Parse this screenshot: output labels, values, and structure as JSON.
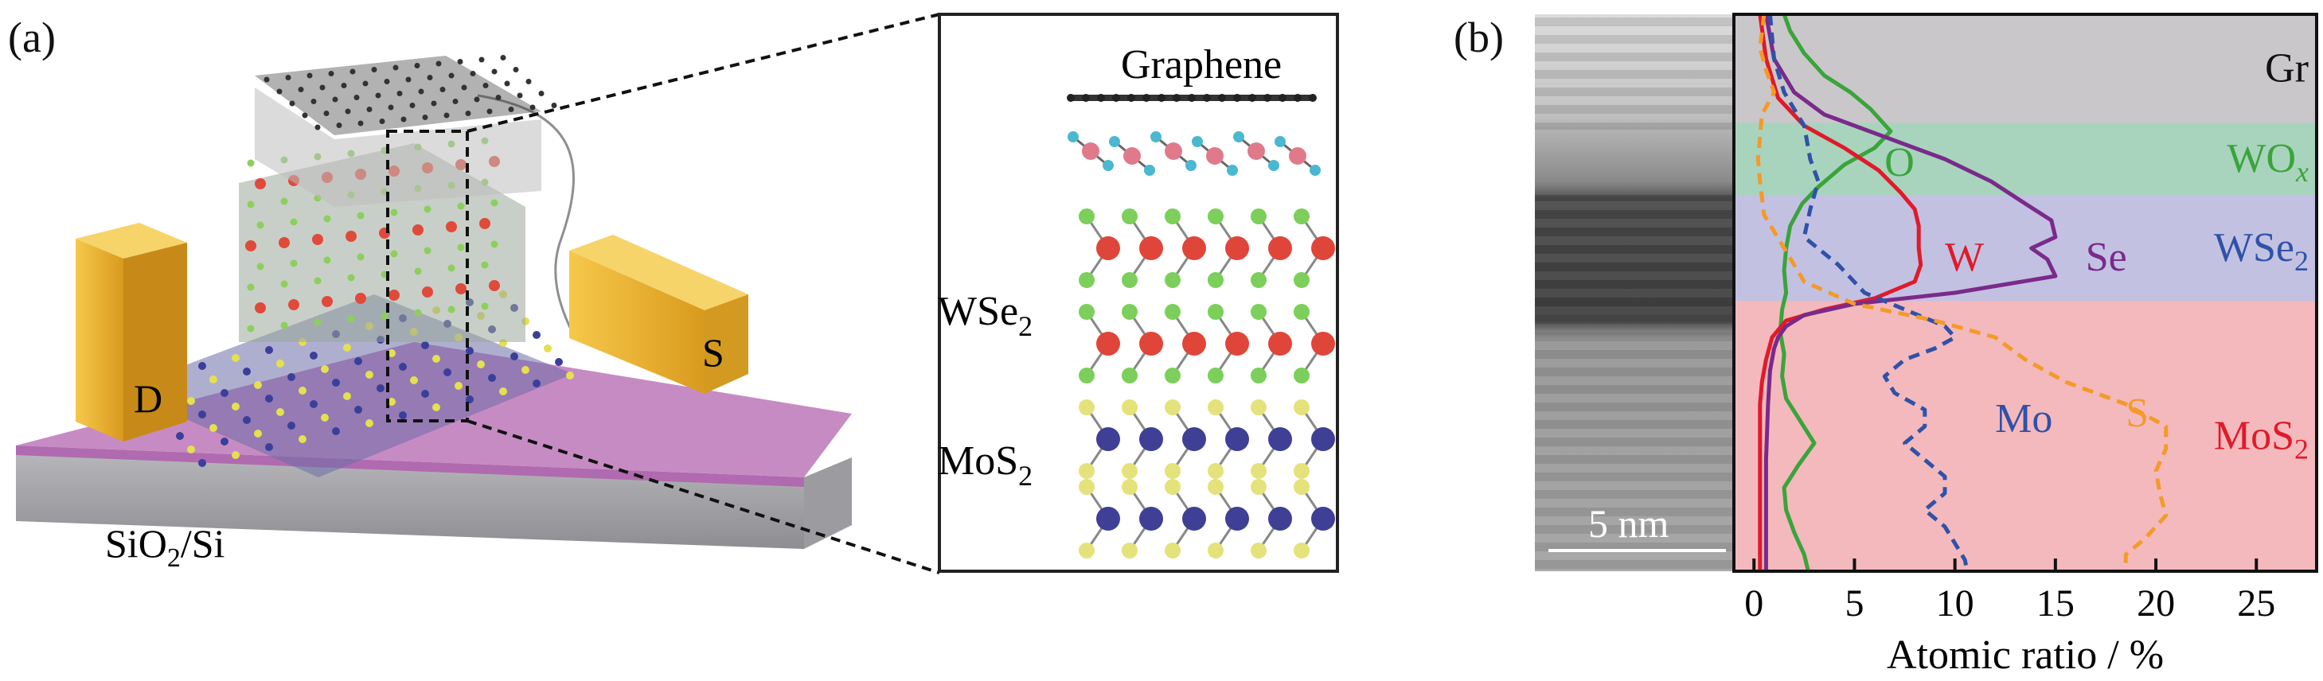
{
  "panel_a": {
    "label": "(a)",
    "device": {
      "substrate_label": "SiO",
      "substrate_sub": "2",
      "substrate_suffix": "/Si",
      "drain_label": "D",
      "source_label": "S"
    },
    "inset": {
      "graphene_label": "Graphene",
      "wse2_label": "WSe",
      "wse2_sub": "2",
      "mos2_label": "MoS",
      "mos2_sub": "2"
    }
  },
  "panel_b": {
    "label": "(b)",
    "scale_bar_label": "5 nm",
    "chart_data": {
      "type": "line",
      "xlabel": "Atomic ratio / %",
      "xlim": [
        -1,
        28
      ],
      "x_ticks": [
        "0",
        "5",
        "10",
        "15",
        "20",
        "25"
      ],
      "orientation": "horizontal-profile",
      "depth_min": 0,
      "depth_max": 100,
      "layers": [
        {
          "name": "Gr",
          "color": "#c9c7ca",
          "from": 0,
          "to": 19.5
        },
        {
          "name": "WO",
          "sub": "x",
          "color": "#a8d4bd",
          "from": 19.5,
          "to": 32.5
        },
        {
          "name": "WSe",
          "sub": "2",
          "color": "#c3c1e2",
          "from": 32.5,
          "to": 51.5
        },
        {
          "name": "MoS",
          "sub": "2",
          "color": "#f4b9bd",
          "from": 51.5,
          "to": 100
        }
      ],
      "layer_label_colors": {
        "Gr": "#111111",
        "WO": "#3aa43a",
        "WSe": "#2f52a8",
        "MoS": "#e01a2a"
      },
      "series": [
        {
          "name": "O",
          "color": "#3aa43a",
          "dash": "solid",
          "depth": [
            0,
            3,
            7,
            11,
            14,
            17,
            21,
            24,
            27,
            31,
            34,
            38,
            42,
            46,
            50,
            53,
            57,
            61,
            65,
            69,
            73,
            77,
            81,
            85,
            89,
            93,
            97,
            100
          ],
          "values": [
            1.5,
            1.8,
            2.5,
            3.5,
            4.8,
            5.8,
            6.8,
            6.0,
            4.5,
            3.2,
            2.4,
            1.8,
            1.6,
            1.5,
            1.6,
            1.4,
            1.3,
            1.5,
            1.4,
            1.6,
            2.3,
            3.0,
            2.2,
            1.5,
            1.6,
            2.0,
            2.5,
            2.7
          ]
        },
        {
          "name": "W",
          "color": "#e01a2a",
          "dash": "solid",
          "depth": [
            0,
            8,
            15,
            20,
            24,
            28,
            32,
            35,
            38,
            42,
            45,
            48,
            51,
            53,
            55,
            58,
            62,
            66,
            70,
            75,
            80,
            85,
            90,
            95,
            100
          ],
          "values": [
            0.3,
            0.6,
            1.2,
            2.5,
            4.5,
            6.2,
            7.3,
            8.0,
            8.2,
            8.2,
            8.3,
            8.0,
            6.0,
            3.5,
            1.6,
            0.9,
            0.6,
            0.4,
            0.3,
            0.3,
            0.3,
            0.3,
            0.3,
            0.3,
            0.3
          ]
        },
        {
          "name": "Se",
          "color": "#7a2a8a",
          "dash": "solid",
          "depth": [
            0,
            8,
            14,
            18,
            22,
            26,
            30,
            34,
            37,
            40,
            42,
            44,
            47,
            50,
            52,
            54,
            56,
            58,
            60,
            64,
            70,
            80,
            90,
            100
          ],
          "values": [
            0.6,
            1.0,
            2.0,
            3.5,
            6.5,
            9.5,
            11.8,
            13.5,
            14.8,
            15.0,
            13.8,
            14.6,
            15.0,
            10.0,
            5.0,
            2.5,
            1.6,
            1.2,
            1.0,
            0.8,
            0.7,
            0.6,
            0.6,
            0.6
          ]
        },
        {
          "name": "Mo",
          "color": "#2f52a8",
          "dash": "dashed",
          "depth": [
            0,
            8,
            14,
            20,
            26,
            30,
            35,
            40,
            45,
            50,
            53,
            56,
            58,
            60,
            62,
            65,
            68,
            71,
            74,
            77,
            80,
            83,
            86,
            89,
            92,
            95,
            98,
            100
          ],
          "values": [
            0.8,
            1.0,
            1.5,
            2.5,
            2.8,
            3.2,
            2.8,
            2.5,
            4.2,
            5.5,
            7.5,
            9.5,
            10.0,
            9.0,
            7.5,
            6.5,
            7.0,
            8.5,
            8.5,
            7.5,
            8.5,
            9.5,
            9.5,
            8.5,
            9.5,
            10.0,
            10.5,
            10.6
          ]
        },
        {
          "name": "S",
          "color": "#f39a2a",
          "dash": "dashed",
          "depth": [
            0,
            6,
            10,
            14,
            18,
            22,
            26,
            30,
            36,
            42,
            48,
            52,
            55,
            58,
            62,
            66,
            70,
            74,
            78,
            82,
            86,
            90,
            94,
            97,
            100
          ],
          "values": [
            0.5,
            0.3,
            0.6,
            1.0,
            0.4,
            0.3,
            0.2,
            0.3,
            0.5,
            1.5,
            2.5,
            5.0,
            9.0,
            12.0,
            13.5,
            15.5,
            18.5,
            20.5,
            20.5,
            20.0,
            20.2,
            20.5,
            19.5,
            18.5,
            18.5
          ]
        }
      ],
      "series_label_positions": {
        "O": {
          "x": 6.5,
          "depth": 29
        },
        "W": {
          "x": 9.5,
          "depth": 46
        },
        "Se": {
          "x": 16.5,
          "depth": 46
        },
        "Mo": {
          "x": 12.0,
          "depth": 75
        },
        "S": {
          "x": 18.5,
          "depth": 74
        }
      }
    }
  }
}
